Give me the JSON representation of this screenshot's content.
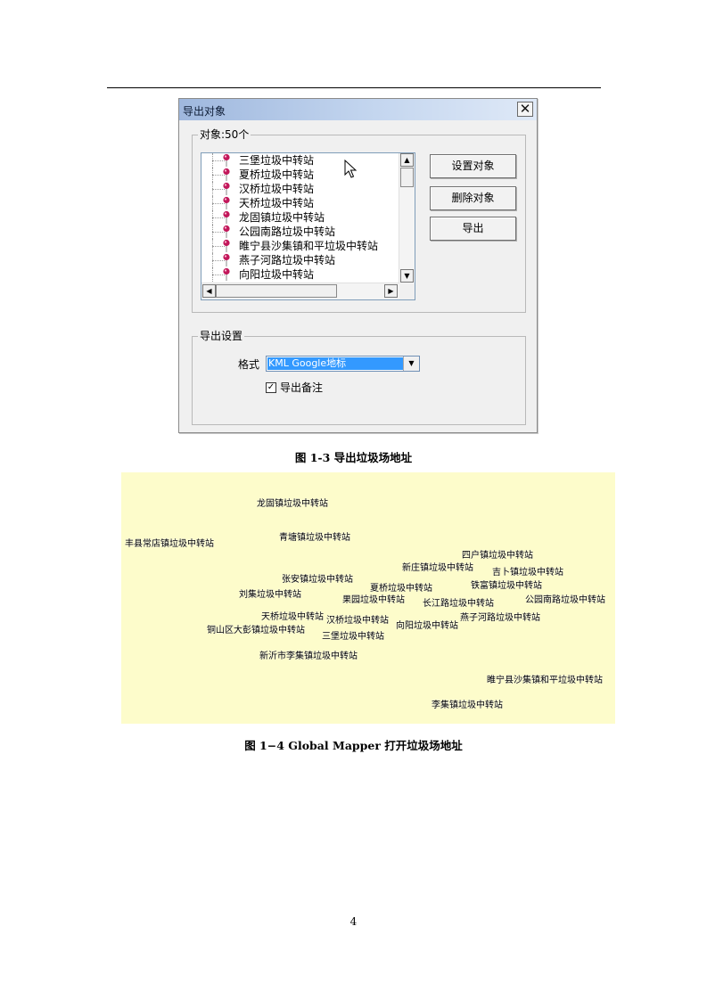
{
  "dialog": {
    "title": "导出对象",
    "close_label": "✕",
    "objects_group_label": "对象:50个",
    "object_items": [
      "三堡垃圾中转站",
      "夏桥垃圾中转站",
      "汉桥垃圾中转站",
      "天桥垃圾中转站",
      "龙固镇垃圾中转站",
      "公园南路垃圾中转站",
      "睢宁县沙集镇和平垃圾中转站",
      "燕子河路垃圾中转站",
      "向阳垃圾中转站"
    ],
    "buttons": {
      "set_object": "设置对象",
      "delete_object": "删除对象",
      "export": "导出"
    },
    "settings_group_label": "导出设置",
    "format_label": "格式",
    "format_value": "KML Google地标",
    "export_notes_label": "导出备注",
    "export_notes_checked": true
  },
  "captions": {
    "fig_1_3": "图 1-3 导出垃圾场地址",
    "fig_1_4": "图 1−4 Global Mapper 打开垃圾场地址"
  },
  "map": {
    "background_color": "#fdfccb",
    "labels": [
      "龙固镇垃圾中转站",
      "丰县常店镇垃圾中转站",
      "青塘镇垃圾中转站",
      "四户镇垃圾中转站",
      "新庄镇垃圾中转站",
      "吉卜镇垃圾中转站",
      "张安镇垃圾中转站",
      "铁富镇垃圾中转站",
      "夏桥垃圾中转站",
      "刘集垃圾中转站",
      "果园垃圾中转站",
      "长江路垃圾中转站",
      "公园南路垃圾中转站",
      "天桥垃圾中转站",
      "汉桥垃圾中转站",
      "燕子河路垃圾中转站",
      "向阳垃圾中转站",
      "铜山区大彭镇垃圾中转站",
      "三堡垃圾中转站",
      "新沂市李集镇垃圾中转站",
      "睢宁县沙集镇和平垃圾中转站",
      "李集镇垃圾中转站"
    ]
  },
  "page_number": "4"
}
